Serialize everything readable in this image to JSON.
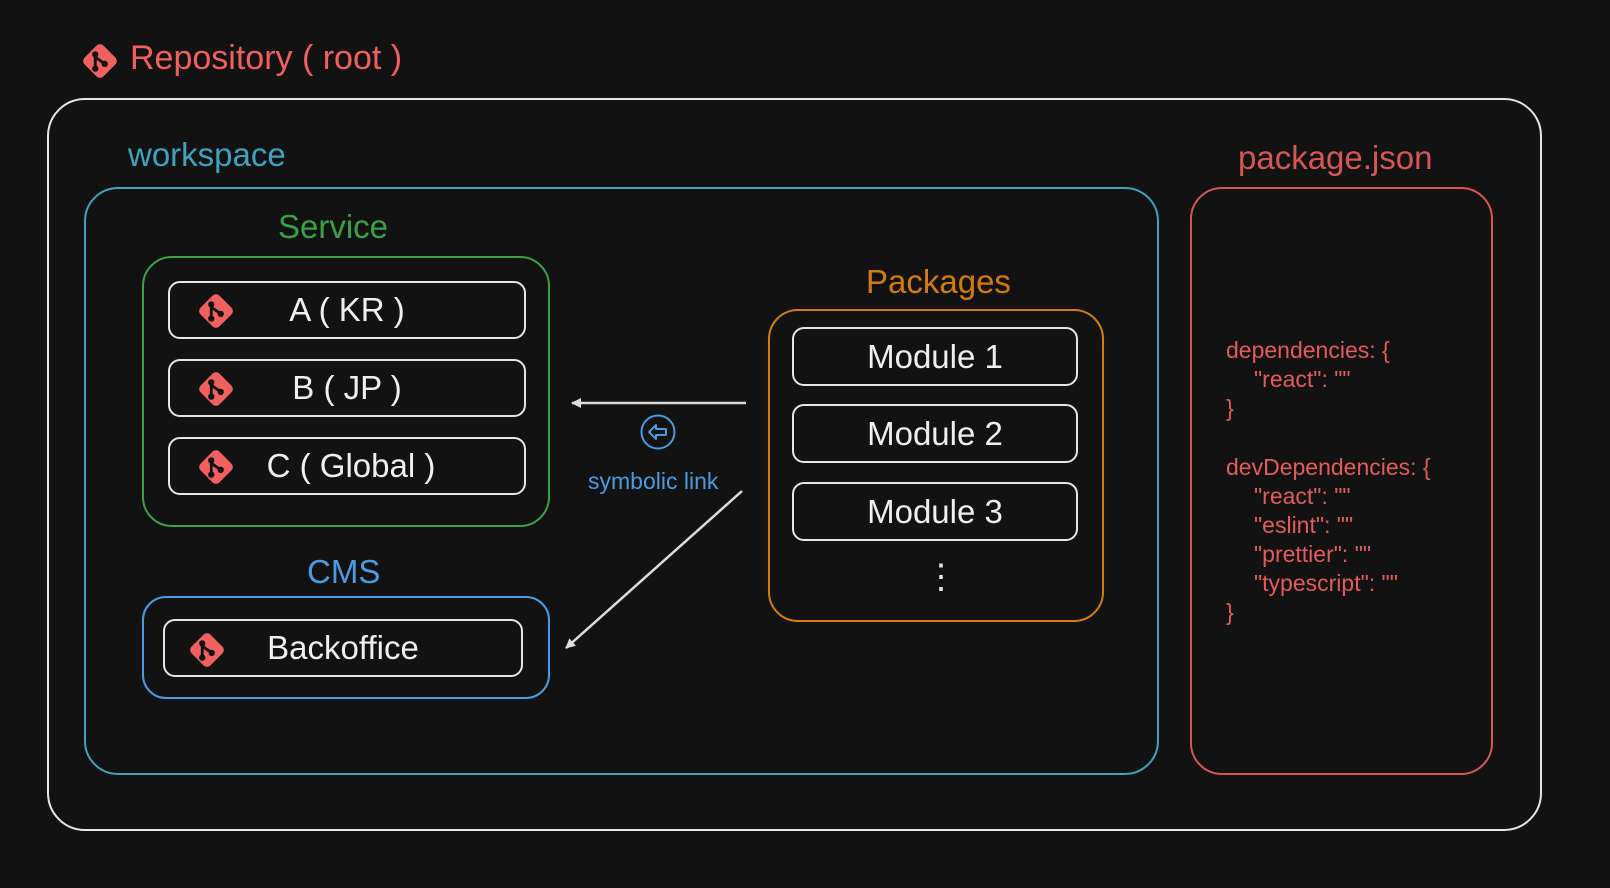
{
  "colors": {
    "root": "#f06060",
    "workspace": "#3fa3bd",
    "service": "#3aa147",
    "cms": "#4b9be3",
    "packages": "#d47b10",
    "package_json": "#d65656",
    "item_border": "#e6e6e6",
    "arrow": "#dcdcdc"
  },
  "repository": {
    "title": "Repository ( root )",
    "icon": "git-icon"
  },
  "workspace": {
    "title": "workspace"
  },
  "service": {
    "title": "Service",
    "items": [
      {
        "label": "A ( KR )",
        "icon": "git-icon"
      },
      {
        "label": "B ( JP )",
        "icon": "git-icon"
      },
      {
        "label": "C ( Global )",
        "icon": "git-icon"
      }
    ]
  },
  "cms": {
    "title": "CMS",
    "items": [
      {
        "label": "Backoffice",
        "icon": "git-icon"
      }
    ]
  },
  "packages": {
    "title": "Packages",
    "items": [
      {
        "label": "Module 1"
      },
      {
        "label": "Module 2"
      },
      {
        "label": "Module 3"
      }
    ],
    "more": "⋮"
  },
  "link": {
    "label": "symbolic link",
    "icon": "link-arrow-icon"
  },
  "package_json": {
    "title": "package.json",
    "dependencies_open": "dependencies: {",
    "dependencies": [
      "\"react\": \"\""
    ],
    "dependencies_close": "}",
    "dev_dependencies_open": "devDependencies: {",
    "dev_dependencies": [
      "\"react\": \"\"",
      "\"eslint\": \"\"",
      "\"prettier\": \"\"",
      "\"typescript\": \"\""
    ],
    "dev_dependencies_close": "}"
  }
}
